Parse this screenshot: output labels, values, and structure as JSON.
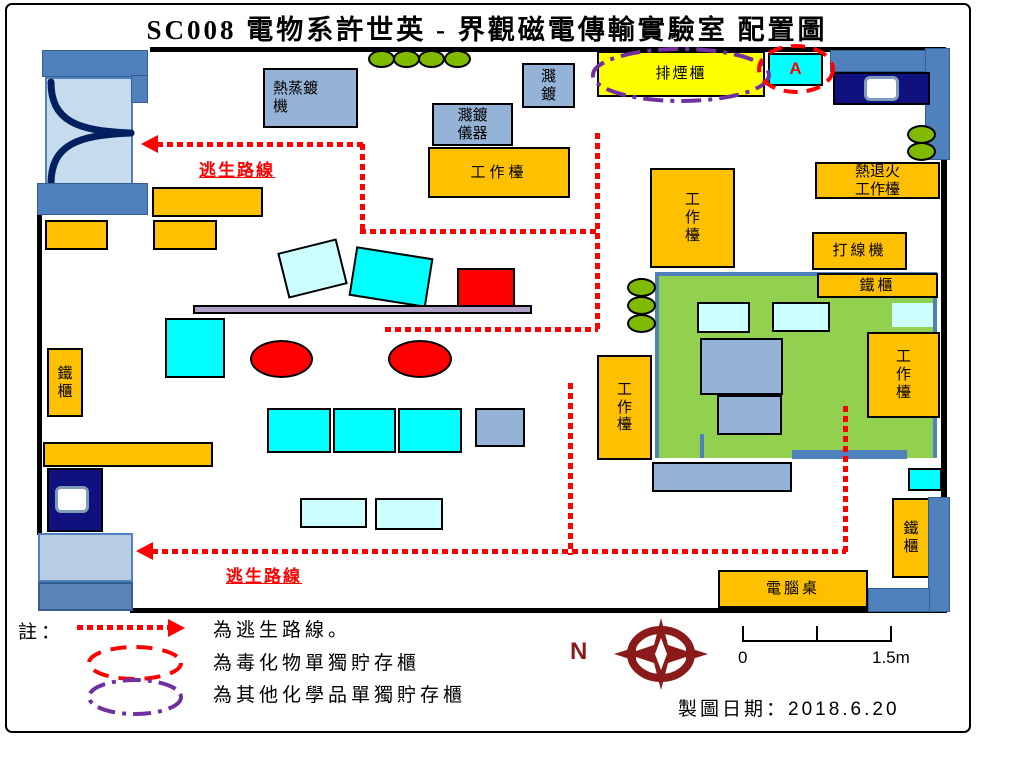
{
  "title": "SC008 電物系許世英 - 界觀磁電傳輸實驗室 配置圖",
  "labels": {
    "escape_route": "逃生路線",
    "thermal_evaporator": "熱蒸鍍\n機",
    "sputter": "濺\n鍍",
    "sputter_instrument": "濺鍍\n儀器",
    "workbench": "工作檯",
    "workbench_v": "工\n作\n檯",
    "fume_hood": "排煙櫃",
    "cabinet_a": "A",
    "annealing_workbench": "熱退火\n工作檯",
    "wire_bonder": "打線機",
    "iron_cabinet": "鐵櫃",
    "iron_cabinet_v": "鐵\n櫃",
    "computer_desk": "電腦桌"
  },
  "legend": {
    "note": "註：",
    "escape": "為逃生路線。",
    "toxic": "為毒化物單獨貯存櫃",
    "other_chemicals": "為其他化學品單獨貯存櫃"
  },
  "compass_n": "N",
  "scale": {
    "zero": "0",
    "max": "1.5m"
  },
  "date_label": "製圖日期：2018.6.20",
  "palette": {
    "bench_yellow": "#FFC000",
    "fume_hood_yellow": "#FFFF00",
    "equipment_blue": "#95B3D7",
    "cyan": "#00FFFF",
    "pale_cyan": "#CCFFFF",
    "room_green": "#92D050",
    "tank_green": "#7FBA00",
    "wall_blue": "#4F81BD",
    "door_panel_blue": "#C6DCEE",
    "sink_navy": "#10107E",
    "escape_red": "#FF0000",
    "chemical_purple": "#7030A0",
    "rail_lavender": "#B2A1C7",
    "compass_dark_red": "#8B1A1A"
  }
}
